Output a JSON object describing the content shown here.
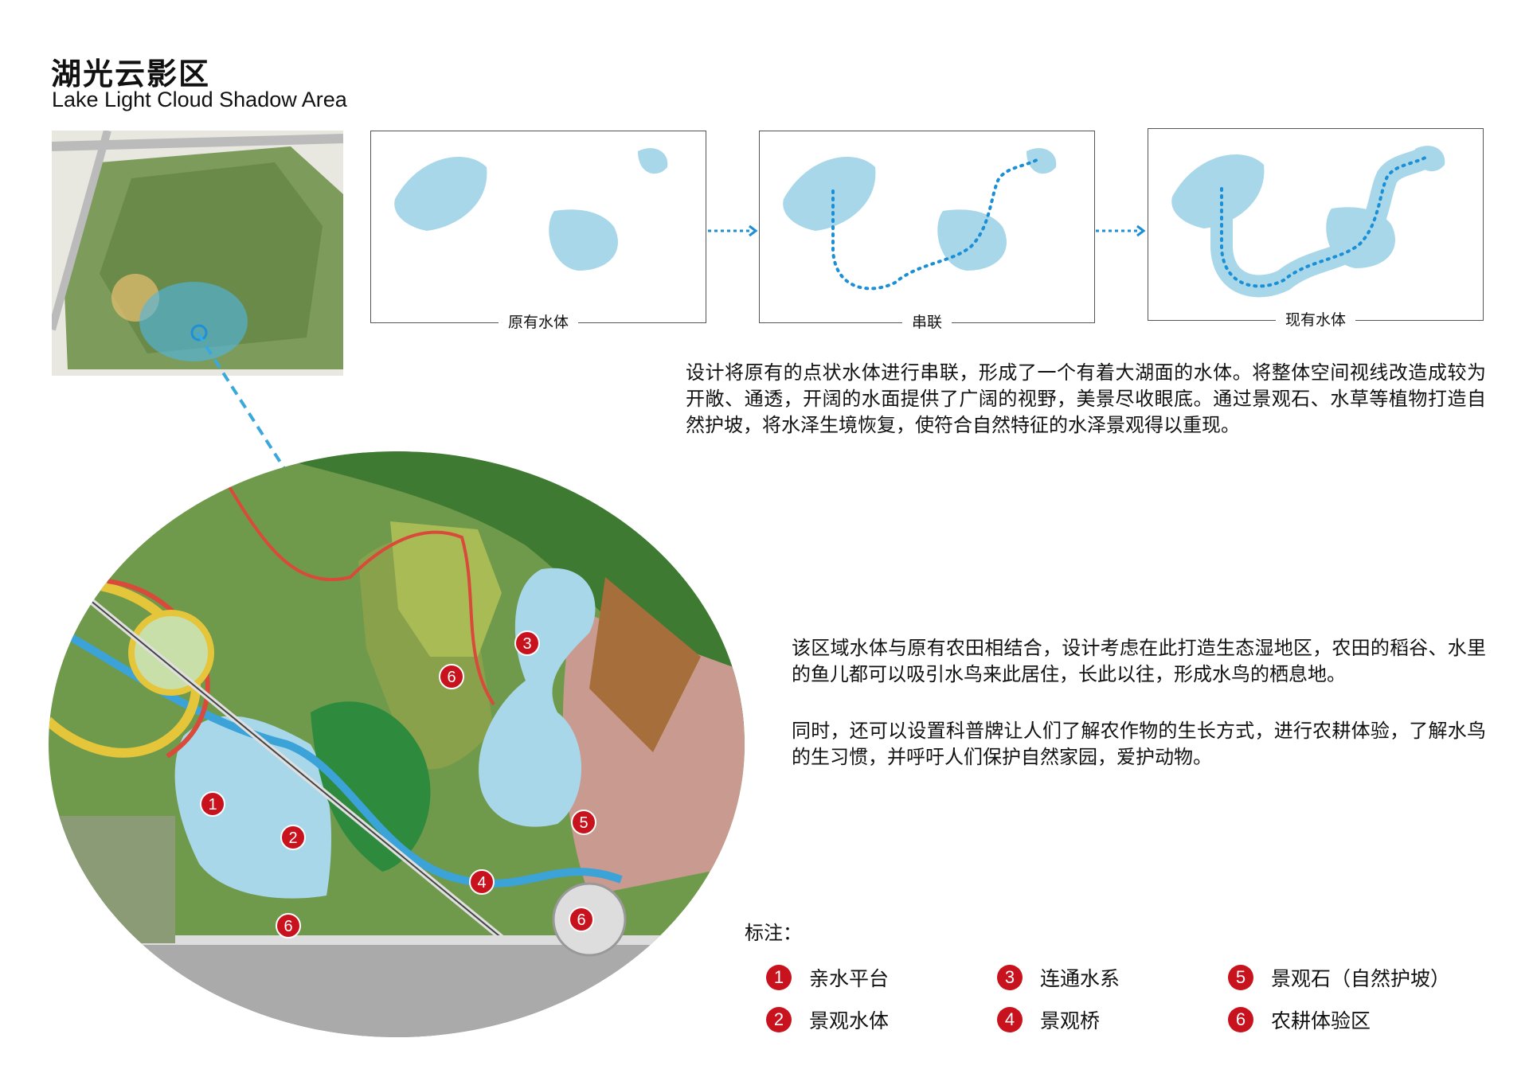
{
  "header": {
    "title": "湖光云影区",
    "subtitle": "Lake Light Cloud Shadow Area"
  },
  "panels": [
    {
      "label": "原有水体"
    },
    {
      "label": "串联"
    },
    {
      "label": "现有水体"
    }
  ],
  "description_1": "设计将原有的点状水体进行串联，形成了一个有着大湖面的水体。将整体空间视线改造成较为开敞、通透，开阔的水面提供了广阔的视野，美景尽收眼底。通过景观石、水草等植物打造自然护坡，将水泽生境恢复，使符合自然特征的水泽景观得以重现。",
  "description_2a": "该区域水体与原有农田相结合，设计考虑在此打造生态湿地区，农田的稻谷、水里的鱼儿都可以吸引水鸟来此居住，长此以往，形成水鸟的栖息地。",
  "description_2b": "同时，还可以设置科普牌让人们了解农作物的生长方式，进行农耕体验，了解水鸟的生习惯，并呼吁人们保护自然家园，爱护动物。",
  "legend": {
    "title": "标注：",
    "items": [
      {
        "num": "1",
        "label": "亲水平台"
      },
      {
        "num": "2",
        "label": "景观水体"
      },
      {
        "num": "3",
        "label": "连通水系"
      },
      {
        "num": "4",
        "label": "景观桥"
      },
      {
        "num": "5",
        "label": "景观石（自然护坡）"
      },
      {
        "num": "6",
        "label": "农耕体验区"
      }
    ]
  },
  "map_markers": [
    "1",
    "2",
    "3",
    "4",
    "5",
    "6",
    "6",
    "6"
  ],
  "colors": {
    "water": "#a9d7ea",
    "marker": "#c8121e",
    "dots": "#1a8fd6"
  }
}
